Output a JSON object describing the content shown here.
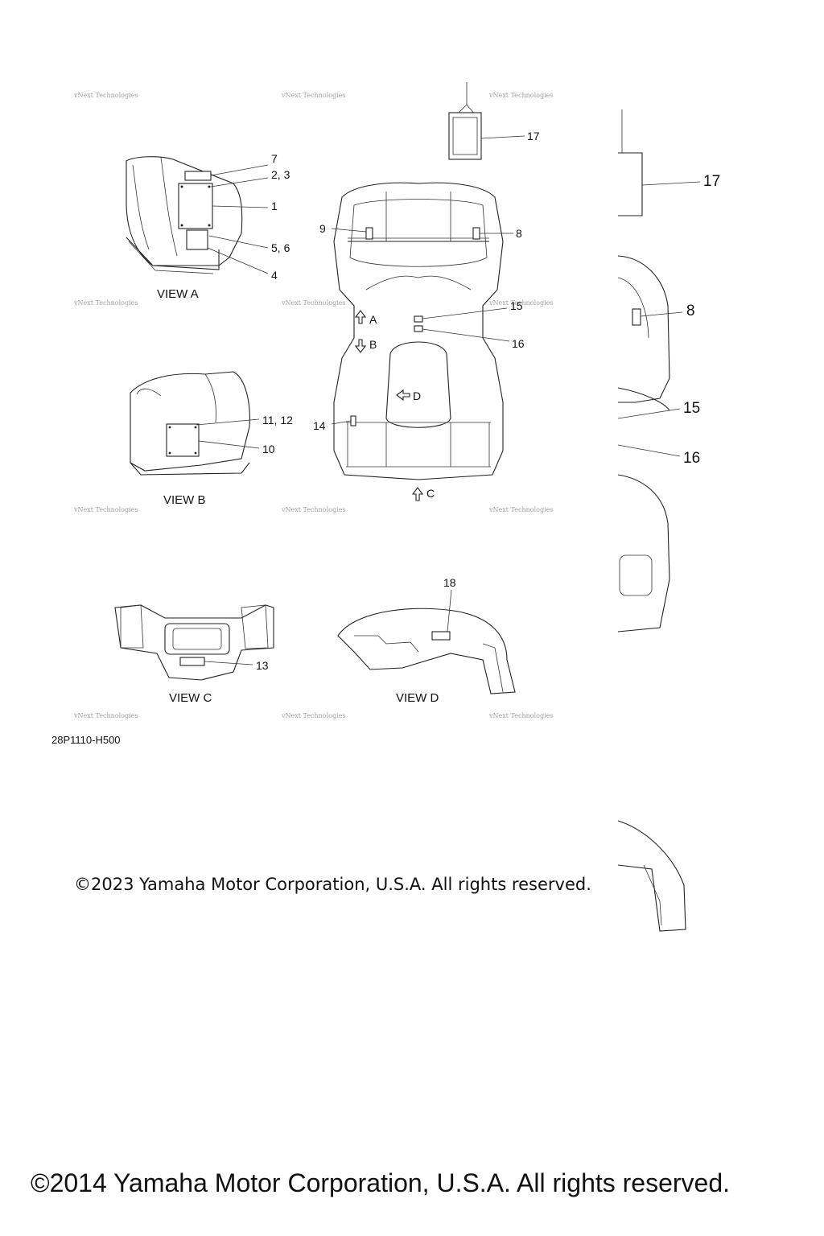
{
  "diagram": {
    "part_number": "28P1110-H500",
    "views": [
      "VIEW A",
      "VIEW B",
      "VIEW C",
      "VIEW D"
    ],
    "arrows": [
      "A",
      "B",
      "C",
      "D"
    ],
    "callouts": {
      "c1": "1",
      "c2_3": "2, 3",
      "c4": "4",
      "c5_6": "5, 6",
      "c7": "7",
      "c8": "8",
      "c9": "9",
      "c10": "10",
      "c11_12": "11, 12",
      "c13": "13",
      "c14": "14",
      "c15": "15",
      "c16": "16",
      "c17": "17",
      "c18": "18"
    },
    "zoom_callouts": {
      "c17": "17",
      "c8": "8",
      "c15": "15",
      "c16": "16"
    },
    "watermark": "vNext Technologies"
  },
  "copyright_small": "©2023 Yamaha Motor Corporation, U.S.A. All rights reserved.",
  "copyright_large": "©2014 Yamaha Motor Corporation, U.S.A. All rights reserved."
}
